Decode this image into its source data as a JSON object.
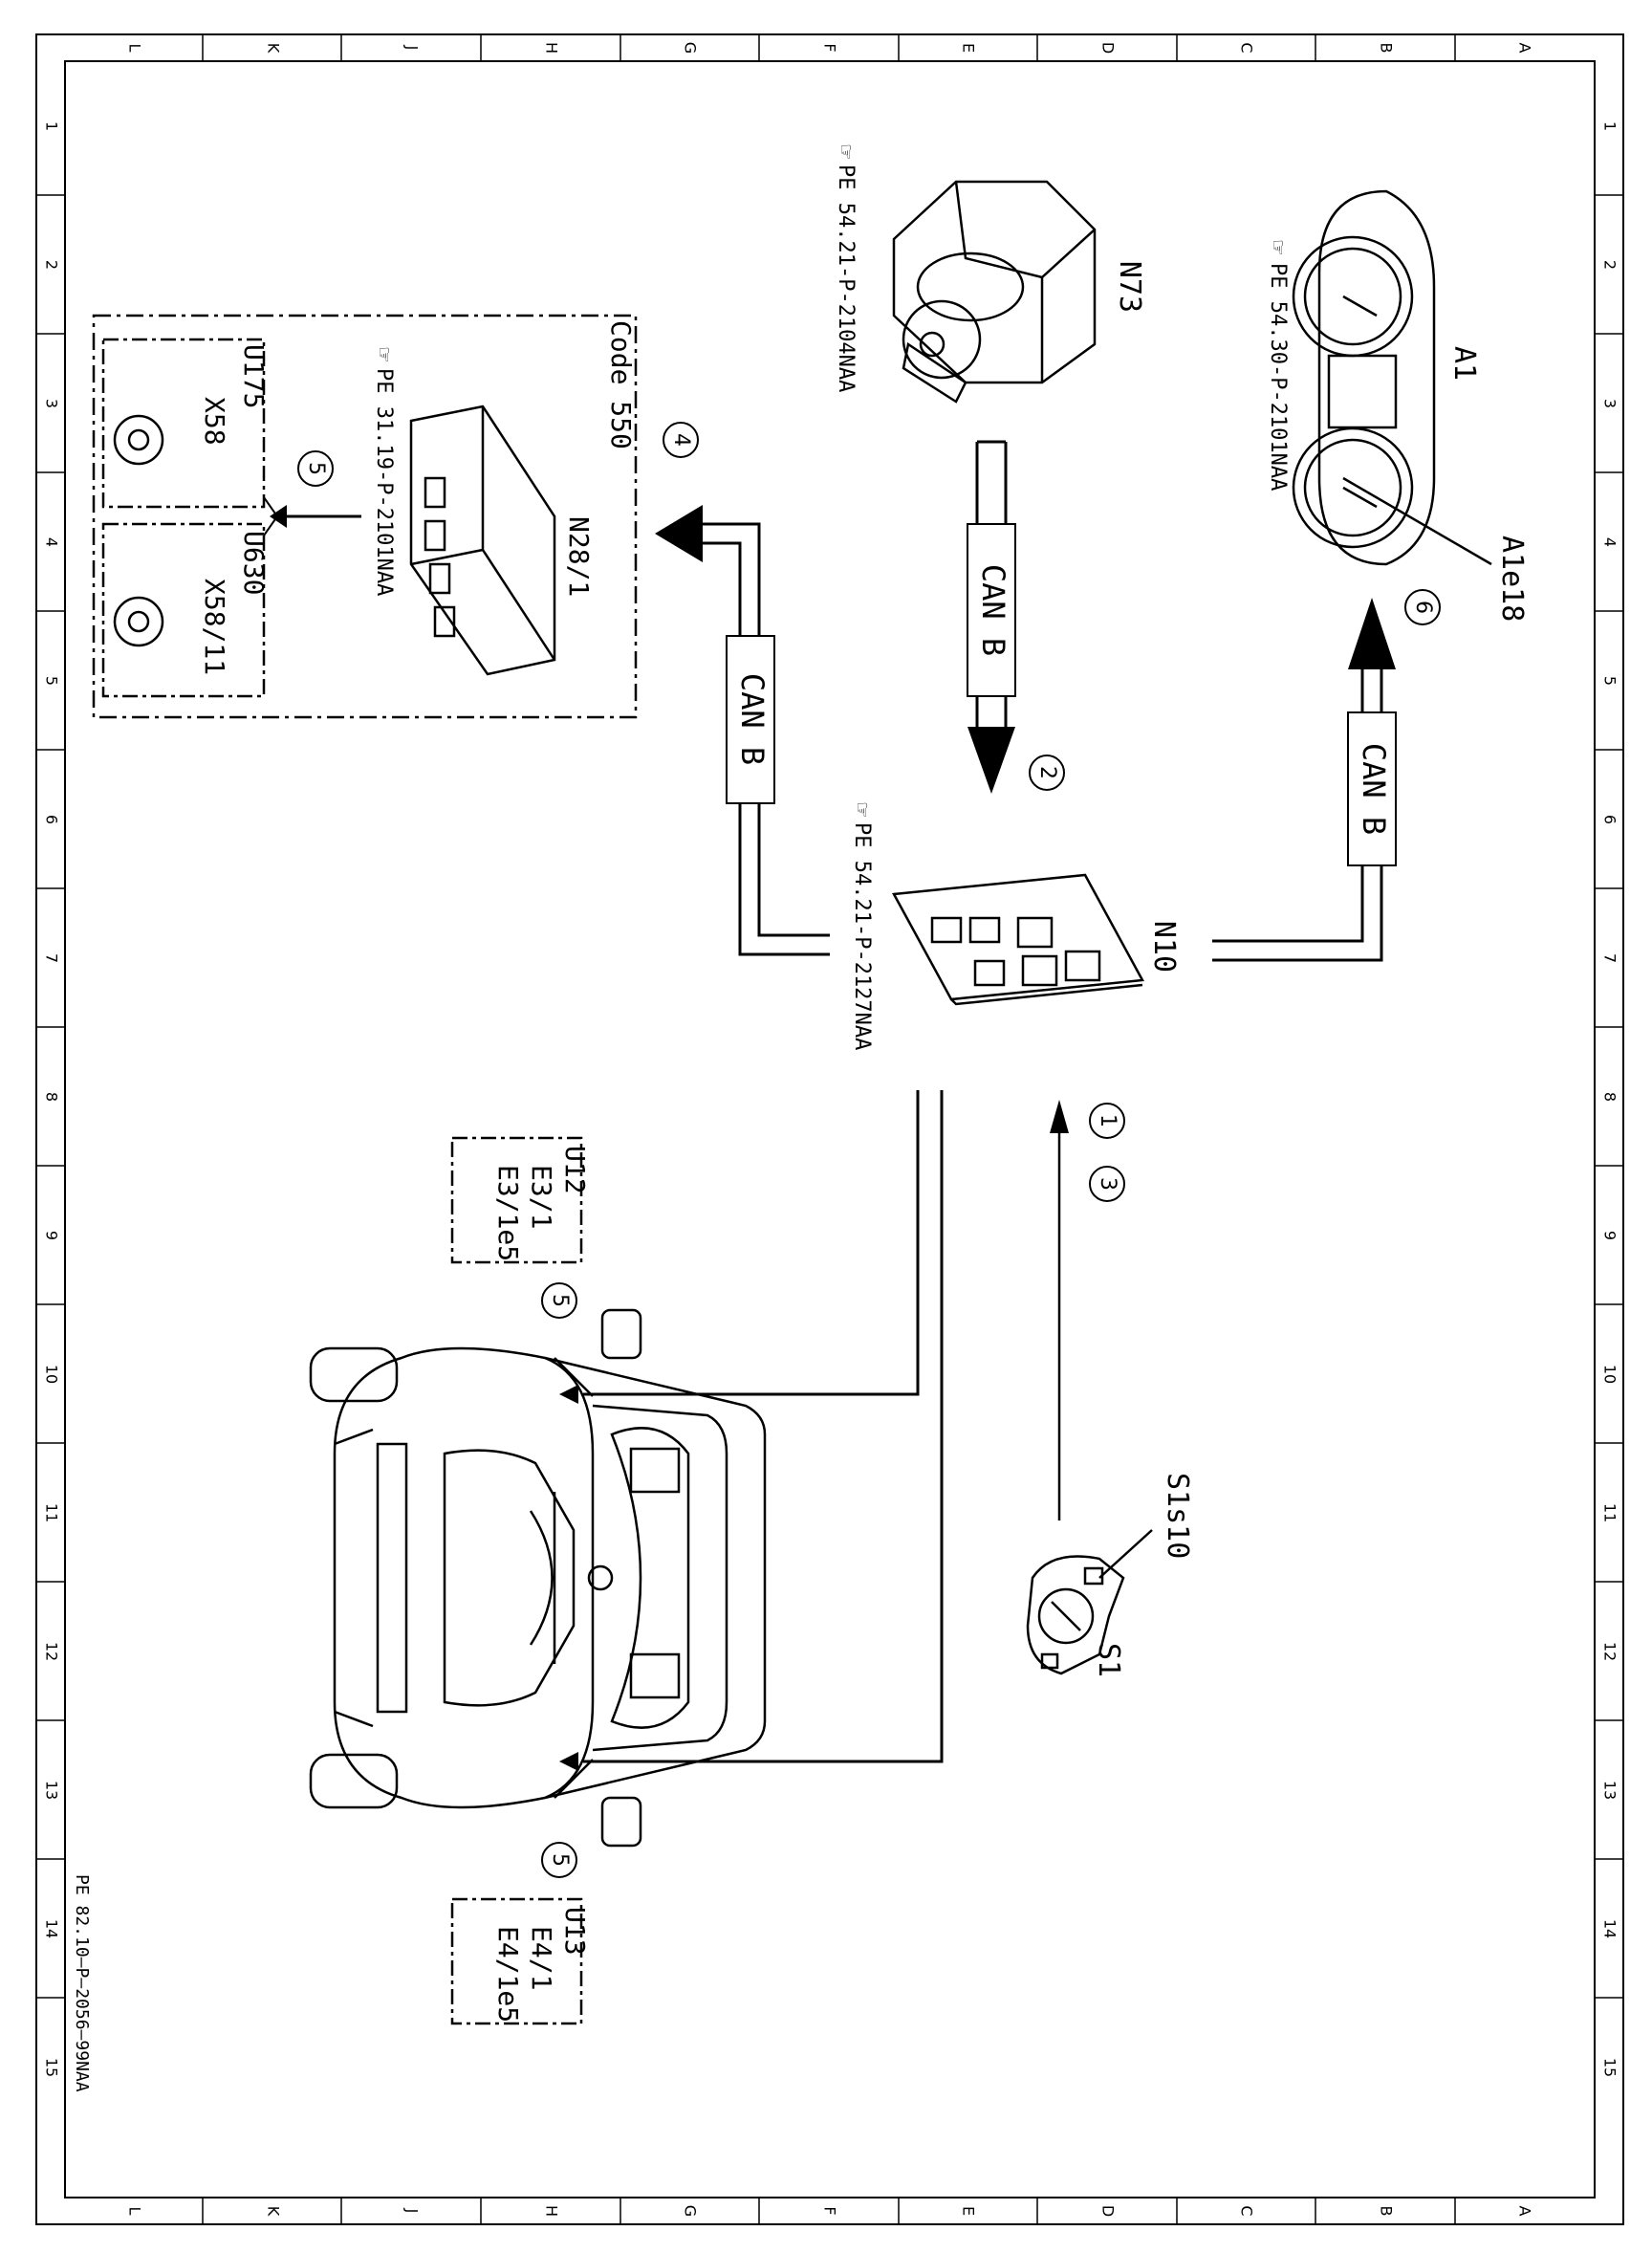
{
  "frame": {
    "columns": [
      "L",
      "K",
      "J",
      "H",
      "G",
      "F",
      "E",
      "D",
      "C",
      "B",
      "A"
    ],
    "rows": [
      "1",
      "2",
      "3",
      "4",
      "5",
      "6",
      "7",
      "8",
      "9",
      "10",
      "11",
      "12",
      "13",
      "14",
      "15"
    ],
    "doc_ref": "PE 82.10–P–2056–99NAA"
  },
  "components": {
    "a1": {
      "id": "A1",
      "ref": "PE  54.30-P-2101NAA",
      "lamp": "A1e18"
    },
    "n73": {
      "id": "N73",
      "ref": "PE  54.21-P-2104NAA"
    },
    "n10": {
      "id": "N10",
      "ref": "PE  54.21-P-2127NAA"
    },
    "n28": {
      "id": "N28/1",
      "ref": "PE  31.19-P-2101NAA",
      "code": "Code 550",
      "u175": {
        "variant": "U175",
        "connector": "X58"
      },
      "u630": {
        "variant": "U630",
        "connector": "X58/11"
      }
    },
    "s1": {
      "id": "S1",
      "switch": "S1s10"
    },
    "u12": {
      "lines": [
        "U12",
        "E3/1",
        "E3/1e5"
      ]
    },
    "u13": {
      "lines": [
        "U13",
        "E4/1",
        "E4/1e5"
      ]
    }
  },
  "bus_label": "CAN B",
  "steps": [
    "1",
    "2",
    "3",
    "4",
    "5",
    "5",
    "5",
    "6"
  ]
}
